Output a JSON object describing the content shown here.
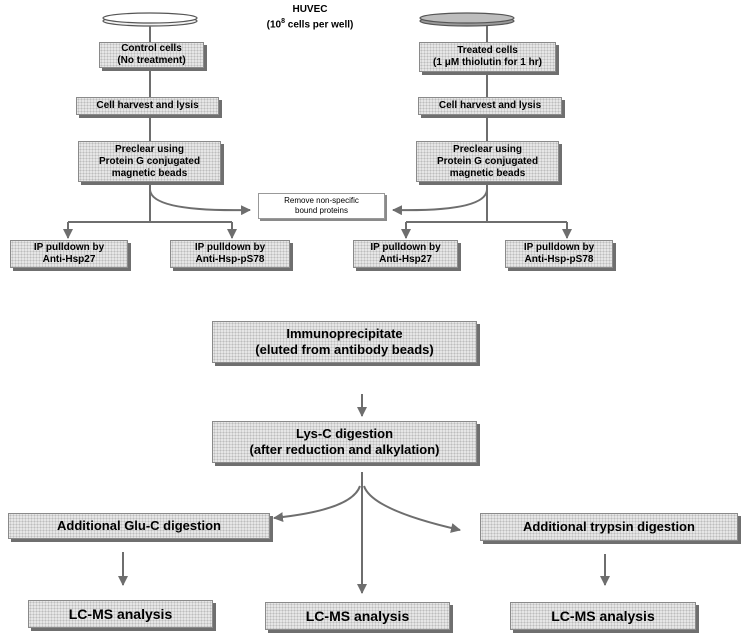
{
  "header": {
    "title": "HUVEC",
    "subtitle_prefix": "(10",
    "subtitle_sup": "8",
    "subtitle_suffix": " cells per well)"
  },
  "left_branch": {
    "start": [
      "Control cells",
      "(No treatment)"
    ],
    "harvest": "Cell harvest and lysis",
    "preclear": [
      "Preclear using",
      "Protein G conjugated",
      "magnetic beads"
    ],
    "ip1": [
      "IP pulldown by",
      "Anti-Hsp27"
    ],
    "ip2": [
      "IP pulldown by",
      "Anti-Hsp-pS78"
    ]
  },
  "right_branch": {
    "start": [
      "Treated cells",
      "(1 μM thiolutin for 1 hr)"
    ],
    "harvest": "Cell harvest and lysis",
    "preclear": [
      "Preclear using",
      "Protein G conjugated",
      "magnetic beads"
    ],
    "ip1": [
      "IP pulldown by",
      "Anti-Hsp27"
    ],
    "ip2": [
      "IP pulldown by",
      "Anti-Hsp-pS78"
    ]
  },
  "remove_note": [
    "Remove non-specific",
    "bound proteins"
  ],
  "immunoprecipitate": [
    "Immunoprecipitate",
    "(eluted from antibody beads)"
  ],
  "lysc": [
    "Lys-C digestion",
    "(after reduction and alkylation)"
  ],
  "gluc": "Additional Glu-C digestion",
  "trypsin": "Additional trypsin digestion",
  "lcms": [
    "LC-MS analysis",
    "LC-MS analysis",
    "LC-MS analysis"
  ],
  "colors": {
    "box_fill": "#e6e6e6",
    "box_shadow": "#6f6f6f",
    "line": "#6e6e6e",
    "dish_control": "#f2f2f2",
    "dish_treated": "#9a9a9a"
  }
}
